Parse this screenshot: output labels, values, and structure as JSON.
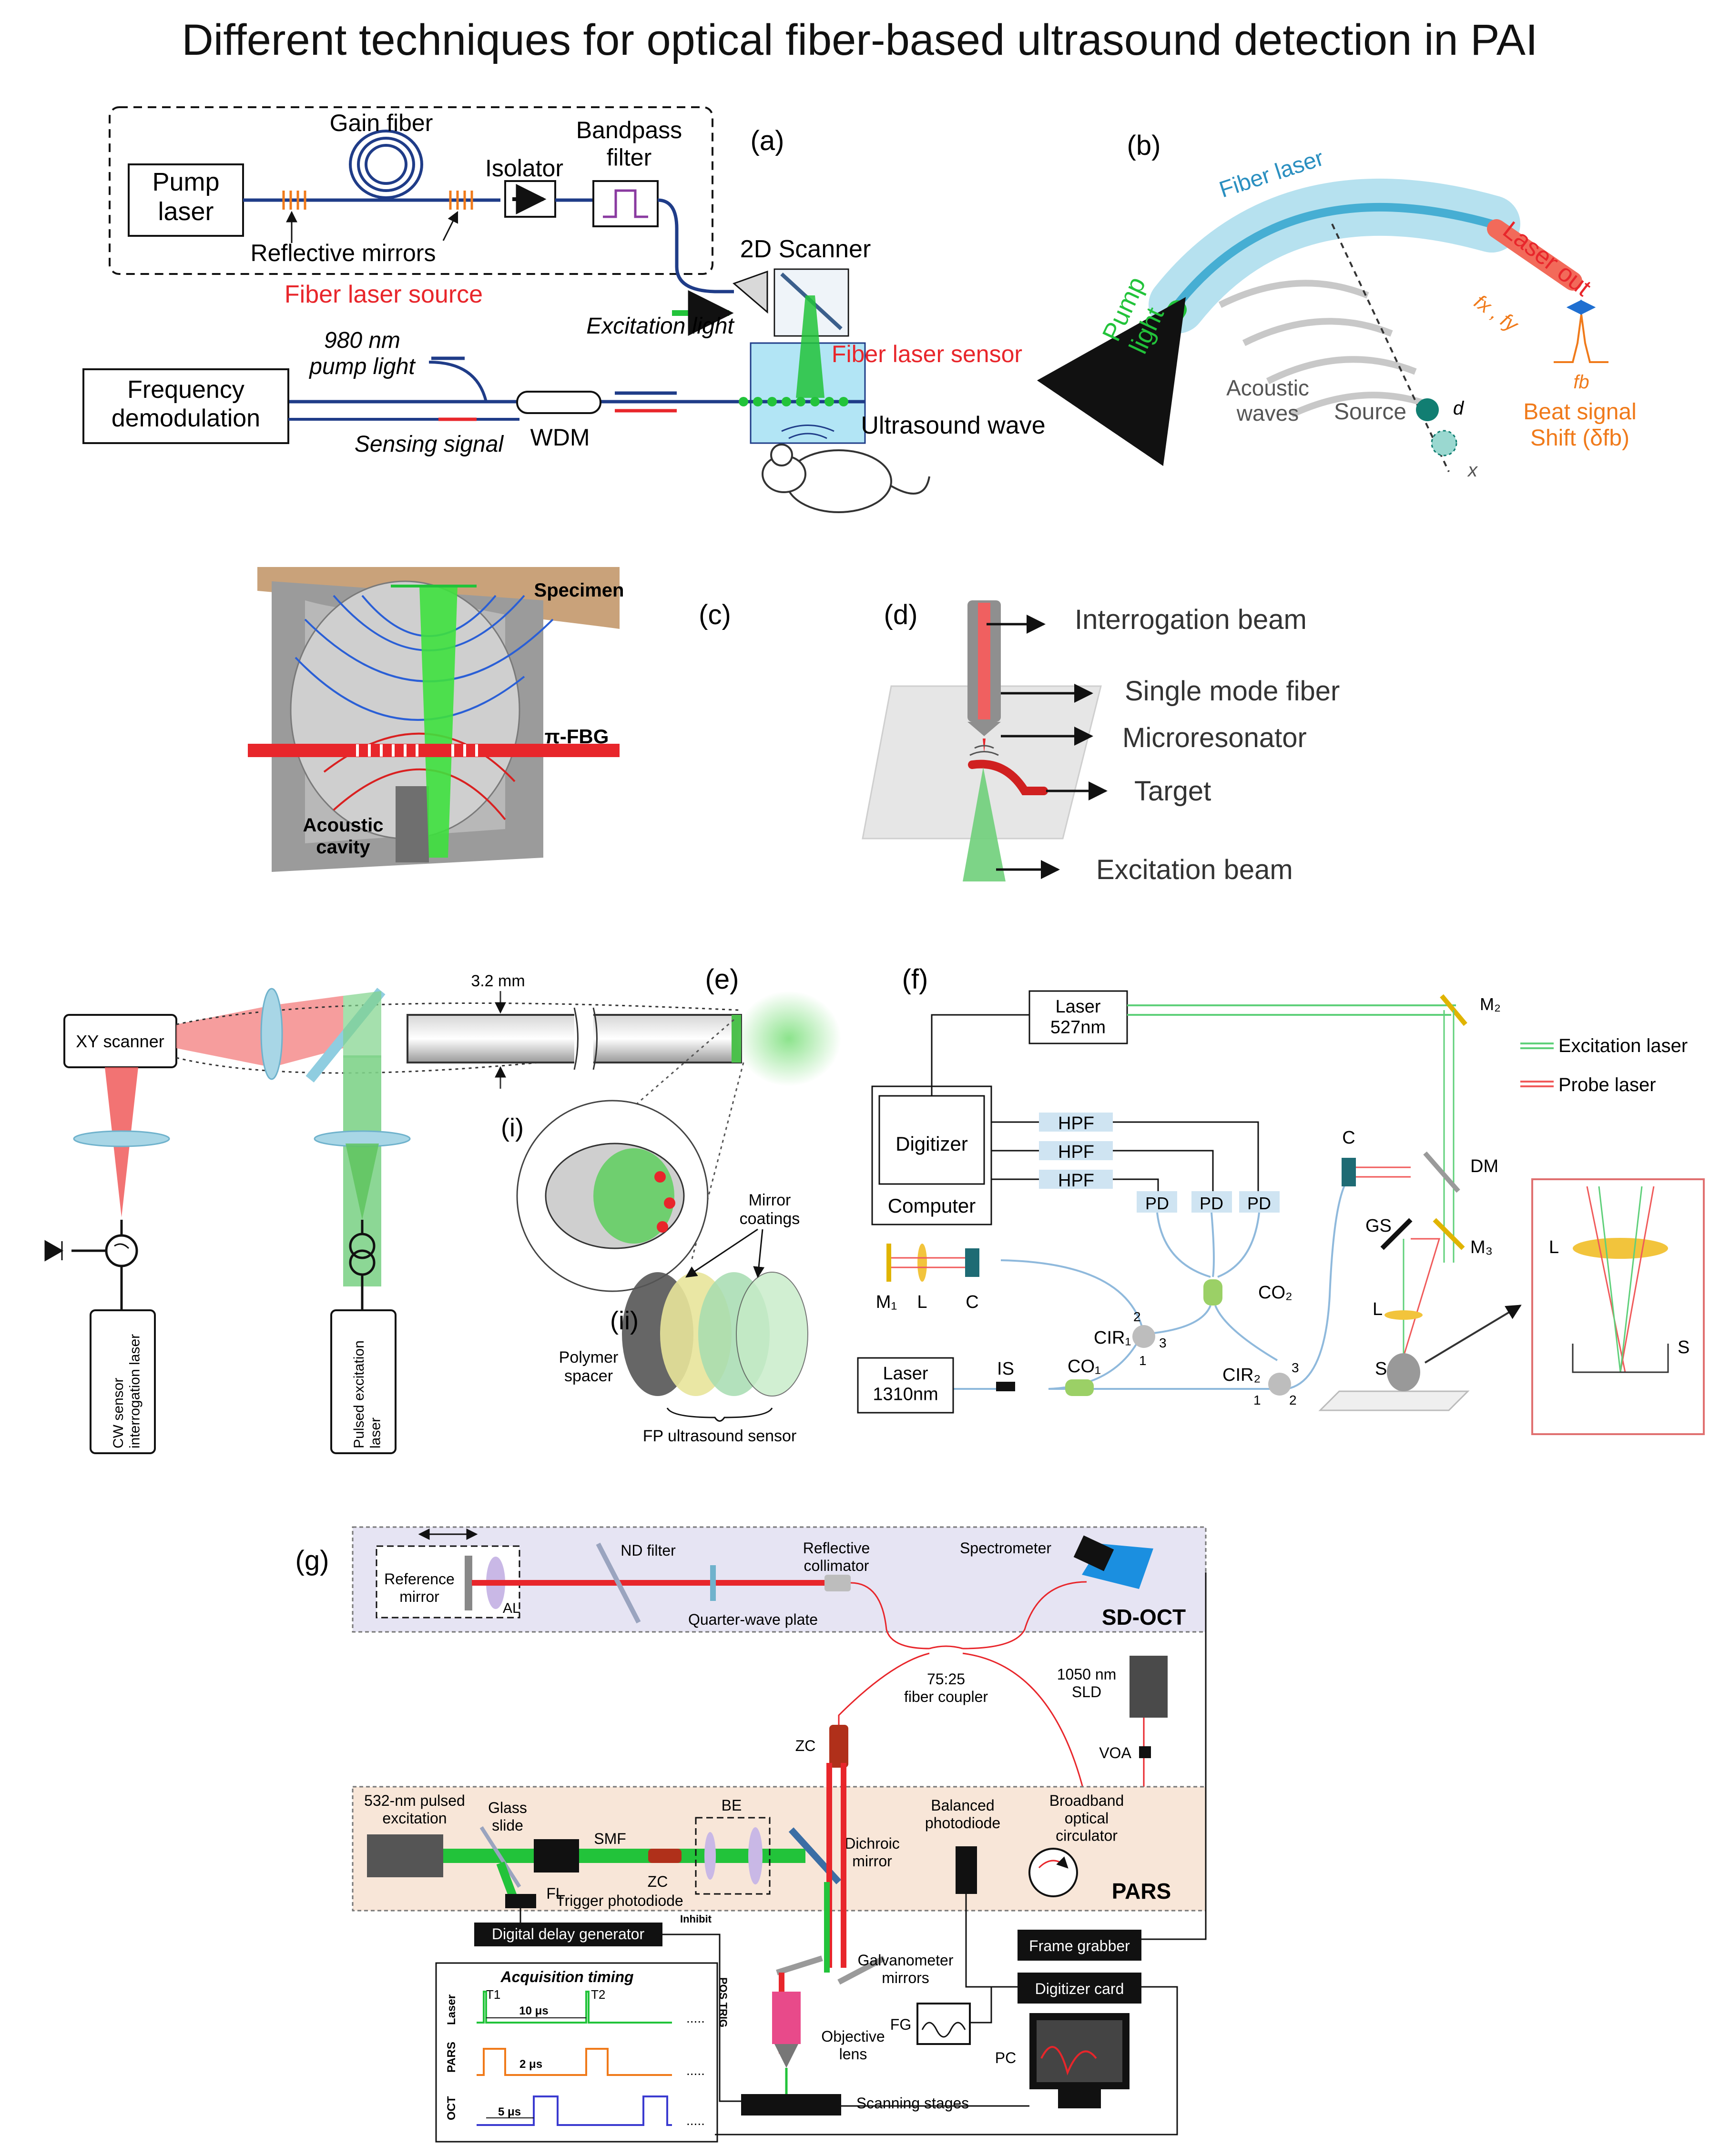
{
  "title": "Different techniques for optical fiber-based ultrasound detection in PAI",
  "colors": {
    "laser_red": "#e8262b",
    "excitation_green": "#22c33a",
    "fiber_blue": "#1f3c88",
    "cyan": "#6fc2dc",
    "orange": "#f07a1a",
    "octPanel": "#e6e4f3",
    "parsPanel": "#f8e6d8"
  },
  "panels": {
    "a": {
      "label": "(a)",
      "gain_fiber": "Gain fiber",
      "bandpass_filter": "Bandpass\nfilter",
      "isolator": "Isolator",
      "pump_laser": "Pump\nlaser",
      "reflective_mirrors": "Reflective mirrors",
      "fiber_laser_source": "Fiber laser source",
      "scanner": "2D Scanner",
      "excitation_light": "Excitation light",
      "fiber_laser_sensor": "Fiber laser sensor",
      "pump_980": "980 nm\npump light",
      "frequency_demod": "Frequency\ndemodulation",
      "sensing_signal": "Sensing signal",
      "wdm": "WDM",
      "ultrasound_wave": "Ultrasound wave"
    },
    "b": {
      "label": "(b)",
      "fiber_laser": "Fiber laser",
      "laser_out": "Laser out",
      "fxfy": "fx , fy",
      "pump_light": "Pump\nlight",
      "acoustic_waves": "Acoustic\nwaves",
      "source": "Source",
      "d": "d",
      "x": "x",
      "fb": "fb",
      "beat_signal": "Beat signal\nShift (δfb)"
    },
    "c": {
      "label": "(c)",
      "specimen": "Specimen",
      "pi_fbg": "π-FBG",
      "acoustic_cavity": "Acoustic\ncavity"
    },
    "d": {
      "label": "(d)",
      "interrogation": "Interrogation beam",
      "smf": "Single mode fiber",
      "microresonator": "Microresonator",
      "target": "Target",
      "excitation": "Excitation beam"
    },
    "e": {
      "label": "(e)",
      "dim": "3.2 mm",
      "xy_scanner": "XY scanner",
      "i": "(i)",
      "ii": "(ii)",
      "mirror_coatings": "Mirror\ncoatings",
      "polymer_spacer": "Polymer\nspacer",
      "fp_sensor": "FP ultrasound sensor",
      "cw_laser": "CW sensor\ninterrogation laser",
      "pulsed_laser": "Pulsed excitation\nlaser"
    },
    "f": {
      "label": "(f)",
      "laser527": "Laser\n527nm",
      "m2": "M₂",
      "legend_excitation": "Excitation laser",
      "legend_probe": "Probe laser",
      "digitizer": "Digitizer",
      "computer": "Computer",
      "hpf": "HPF",
      "pd": "PD",
      "c": "C",
      "dm": "DM",
      "gs": "GS",
      "m3": "M₃",
      "m1": "M₁",
      "l": "L",
      "co2": "CO₂",
      "cir1": "CIR₁",
      "cir2": "CIR₂",
      "laser1310": "Laser\n1310nm",
      "is": "IS",
      "co1": "CO₁",
      "s": "S",
      "n1": "1",
      "n2": "2",
      "n3": "3"
    },
    "g": {
      "label": "(g)",
      "ref_mirror": "Reference\nmirror",
      "al": "AL",
      "nd_filter": "ND filter",
      "reflective_collimator": "Reflective\ncollimator",
      "spectrometer": "Spectrometer",
      "quarter_wave": "Quarter-wave plate",
      "sd_oct": "SD-OCT",
      "coupler": "75:25\nfiber coupler",
      "sld": "1050 nm\nSLD",
      "zc": "ZC",
      "voa": "VOA",
      "pulsed532": "532-nm pulsed\nexcitation",
      "glass_slide": "Glass\nslide",
      "be": "BE",
      "smf": "SMF",
      "fl": "FL",
      "dichroic": "Dichroic\nmirror",
      "balanced_pd": "Balanced\nphotodiode",
      "circulator": "Broadband\noptical\ncirculator",
      "trigger_pd": "Trigger photodiode",
      "pars": "PARS",
      "delay_gen": "Digital delay generator",
      "inhibit": "Inhibit",
      "pos_trig": "POS TRIG",
      "acq_timing": "Acquisition timing",
      "galvo": "Galvanometer\nmirrors",
      "frame_grabber": "Frame grabber",
      "digitizer_card": "Digitizer card",
      "fg": "FG",
      "objective": "Objective\nlens",
      "pc": "PC",
      "scanning": "Scanning stages",
      "row_laser": "Laser",
      "row_pars": "PARS",
      "row_oct": "OCT",
      "t1": "T1",
      "t2": "T2",
      "t10": "10 μs",
      "t2us": "2 μs",
      "t5": "5 μs",
      "dots": "....."
    }
  }
}
